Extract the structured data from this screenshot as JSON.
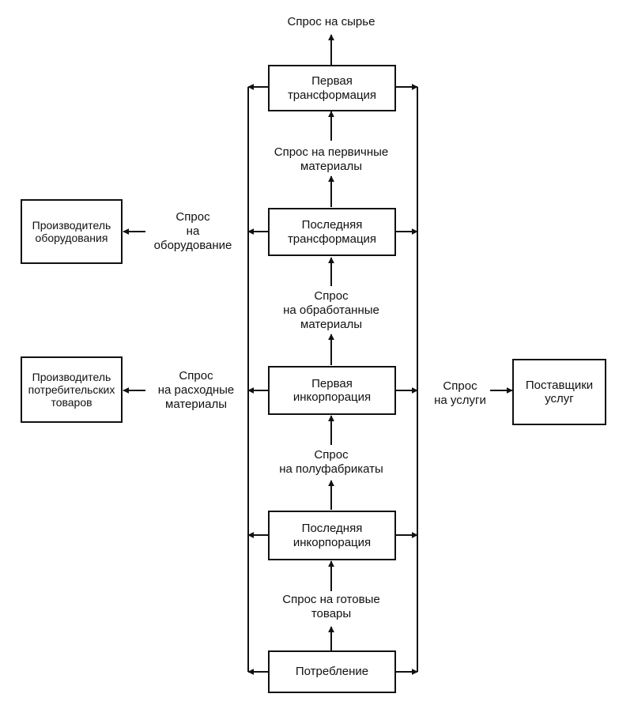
{
  "stages": {
    "first_transformation": "Первая\nтрансформация",
    "last_transformation": "Последняя\nтрансформация",
    "first_incorporation": "Первая\nинкорпорация",
    "last_incorporation": "Последняя\nинкорпорация",
    "consumption": "Потребление"
  },
  "side_boxes": {
    "equipment_producer": "Производитель\nоборудования",
    "consumer_goods_producer": "Производитель\nпотребительских\nтоваров",
    "service_providers": "Поставщики\nуслуг"
  },
  "demand_labels": {
    "raw_materials": "Спрос на сырье",
    "primary_materials": "Спрос на первичные\nматериалы",
    "processed_materials": "Спрос\nна обработанные\nматериалы",
    "semi_finished": "Спрос\nна полуфабрикаты",
    "finished_goods": "Спрос на готовые\nтовары",
    "equipment": "Спрос\nна\nоборудование",
    "consumables": "Спрос\nна расходные\nматериалы",
    "services": "Спрос\nна услуги"
  }
}
